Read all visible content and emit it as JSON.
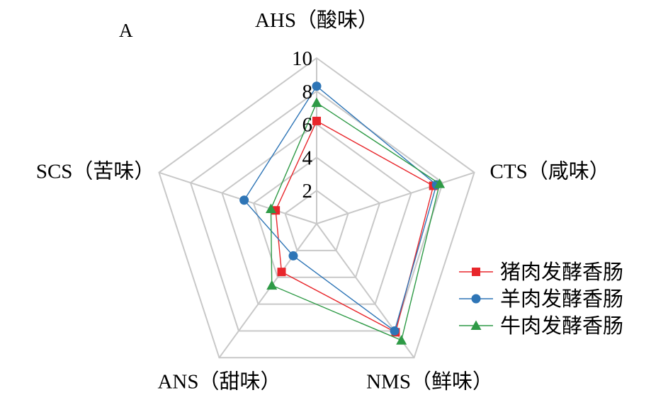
{
  "panel_label": "A",
  "chart_data": {
    "type": "radar",
    "title": "",
    "axes": [
      "AHS（酸味）",
      "CTS（咸味）",
      "NMS（鲜味）",
      "ANS（甜味）",
      "SCS（苦味）"
    ],
    "rlim": [
      0,
      10
    ],
    "ticks": [
      2,
      4,
      6,
      8,
      10
    ],
    "tick_labels": [
      "2",
      "4",
      "6",
      "8",
      "10"
    ],
    "grid": true,
    "legend": "right",
    "series": [
      {
        "name": "猪肉发酵香肠",
        "color": "#e8262b",
        "marker": "square",
        "values": [
          6.2,
          7.4,
          8.1,
          3.6,
          2.6
        ]
      },
      {
        "name": "羊肉发酵香肠",
        "color": "#2e75b6",
        "marker": "circle",
        "values": [
          8.3,
          7.6,
          8.0,
          2.4,
          4.6
        ]
      },
      {
        "name": "牛肉发酵香肠",
        "color": "#2e9a46",
        "marker": "triangle",
        "values": [
          7.3,
          7.8,
          8.7,
          4.6,
          2.9
        ]
      }
    ]
  }
}
